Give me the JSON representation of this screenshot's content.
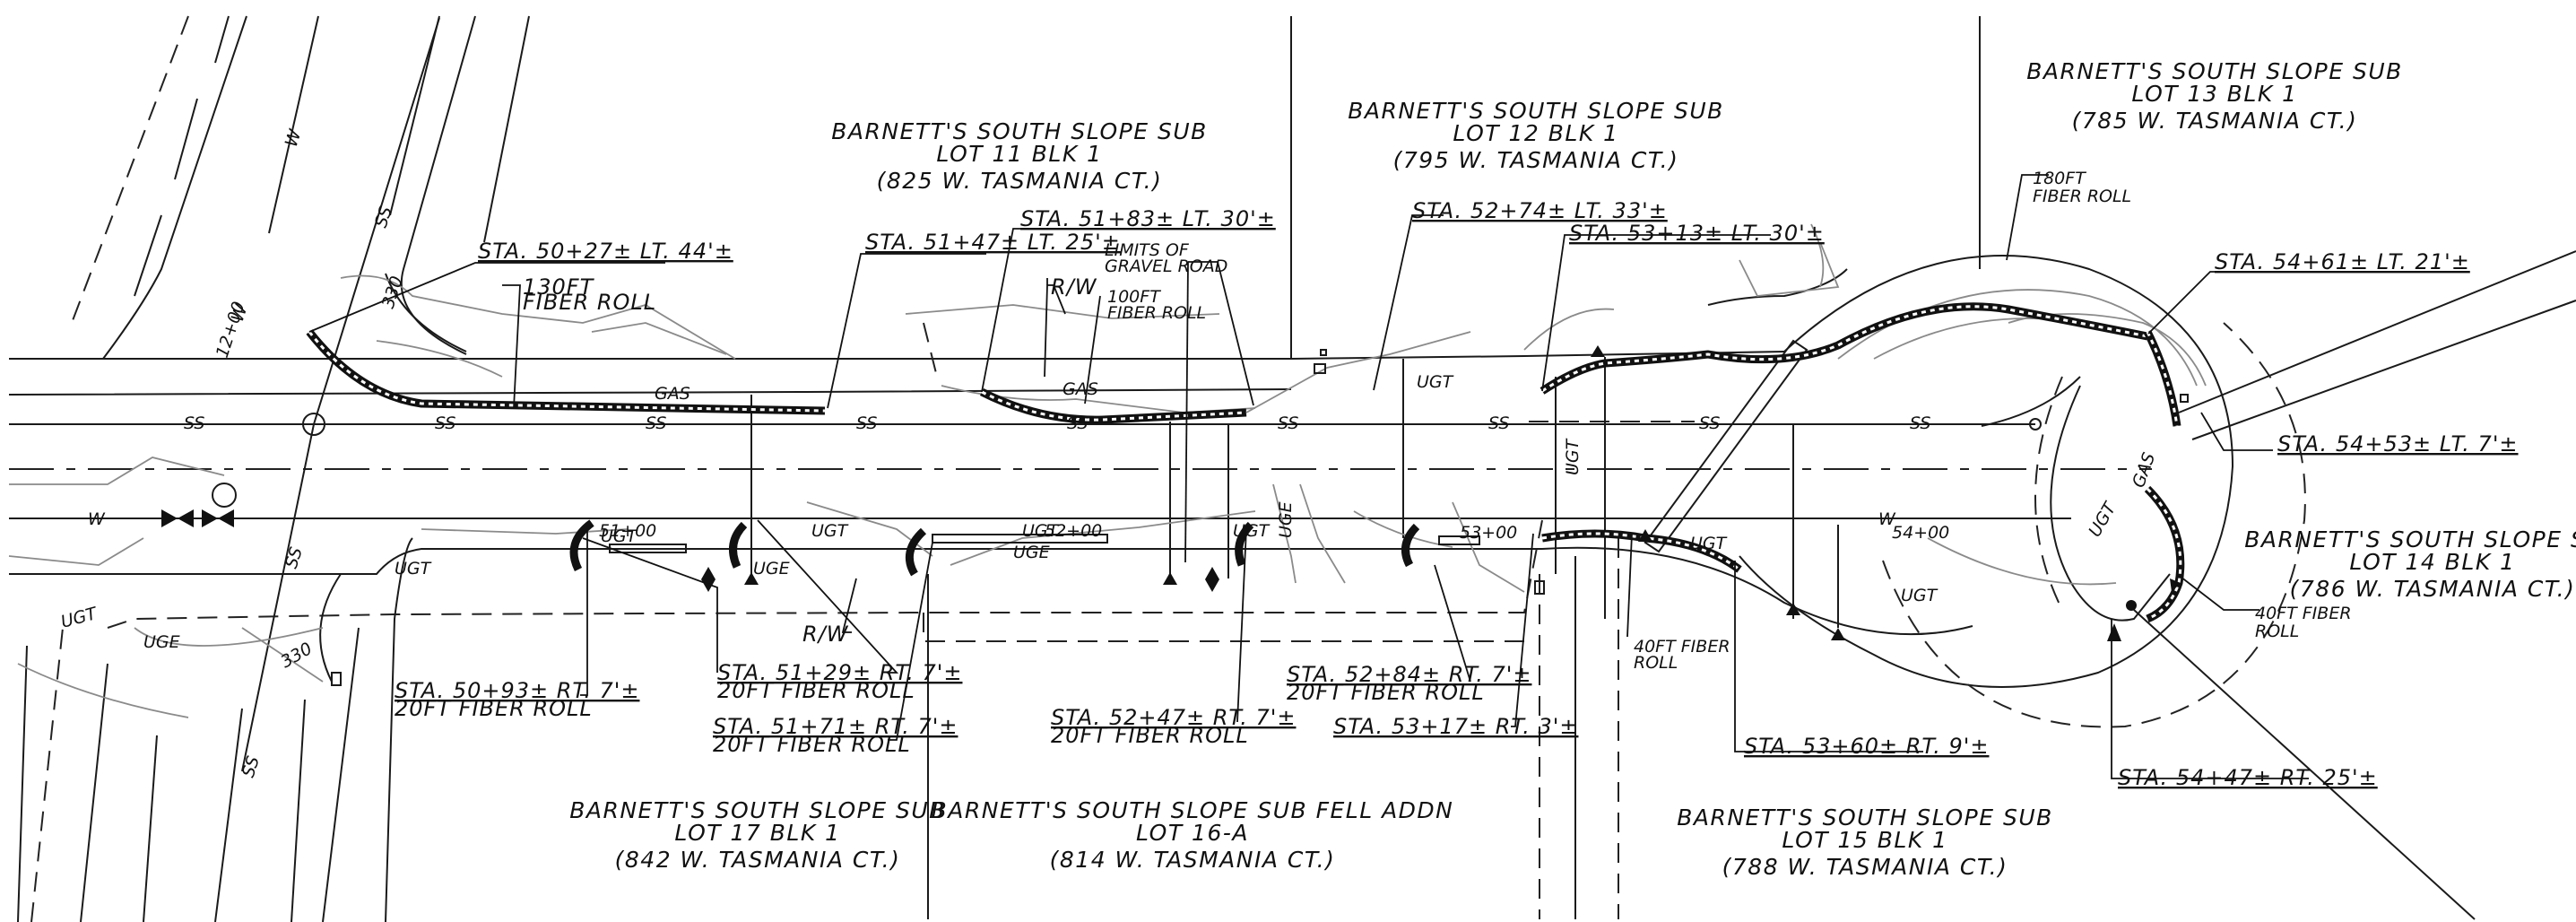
{
  "lots": [
    {
      "id": "lot11",
      "line1": "BARNETT'S SOUTH SLOPE SUB",
      "line2": "LOT 11 BLK 1",
      "line3": "(825 W. TASMANIA CT.)"
    },
    {
      "id": "lot12",
      "line1": "BARNETT'S SOUTH SLOPE SUB",
      "line2": "LOT 12 BLK 1",
      "line3": "(795 W. TASMANIA CT.)"
    },
    {
      "id": "lot13",
      "line1": "BARNETT'S SOUTH SLOPE SUB",
      "line2": "LOT 13 BLK 1",
      "line3": "(785 W. TASMANIA CT.)"
    },
    {
      "id": "lot14",
      "line1": "BARNETT'S SOUTH SLOPE SUB",
      "line2": "LOT 14 BLK 1",
      "line3": "(786 W. TASMANIA CT.)"
    },
    {
      "id": "lot15",
      "line1": "BARNETT'S SOUTH SLOPE SUB",
      "line2": "LOT 15 BLK 1",
      "line3": "(788 W. TASMANIA CT.)"
    },
    {
      "id": "lot16a",
      "line1": "BARNETT'S SOUTH SLOPE SUB FELL ADDN",
      "line2": "LOT 16-A",
      "line3": "(814 W. TASMANIA CT.)"
    },
    {
      "id": "lot17",
      "line1": "BARNETT'S SOUTH SLOPE SUB",
      "line2": "LOT 17 BLK 1",
      "line3": "(842 W. TASMANIA CT.)"
    }
  ],
  "callouts": {
    "sta_50_27": "STA. 50+27± LT. 44'±",
    "fiber_130": [
      "130FT",
      "FIBER ROLL"
    ],
    "sta_51_47": "STA. 51+47± LT. 25'±",
    "sta_51_83": "STA. 51+83± LT. 30'±",
    "limits": [
      "LIMITS OF",
      "GRAVEL ROAD"
    ],
    "rw_top": "R/W",
    "fiber_100": [
      "100FT",
      "FIBER ROLL"
    ],
    "sta_52_74": "STA. 52+74± LT. 33'±",
    "sta_53_13": "STA. 53+13± LT. 30'±",
    "fiber_180": [
      "180FT",
      "FIBER ROLL"
    ],
    "sta_54_61": "STA. 54+61± LT. 21'±",
    "sta_54_53": "STA. 54+53± LT. 7'±",
    "fiber_40_right": [
      "40FT FIBER",
      "ROLL"
    ],
    "sta_54_47": "STA. 54+47± RT. 25'±",
    "sta_53_60": "STA. 53+60± RT. 9'±",
    "fiber_40_mid": [
      "40FT FIBER",
      "ROLL"
    ],
    "sta_53_17": "STA. 53+17± RT. 3'±",
    "sta_52_84": [
      "STA. 52+84± RT. 7'±",
      "20FT FIBER ROLL"
    ],
    "sta_52_47": [
      "STA. 52+47± RT. 7'±",
      "20FT FIBER ROLL"
    ],
    "sta_51_71": [
      "STA. 51+71± RT. 7'±",
      "20FT FIBER ROLL"
    ],
    "sta_51_29": [
      "STA. 51+29± RT. 7'±",
      "20FT FIBER ROLL"
    ],
    "rw_bottom": "R/W",
    "sta_50_93": [
      "STA. 50+93± RT. 7'±",
      "20FT FIBER ROLL"
    ]
  },
  "stations": {
    "s51": "51+00",
    "s52": "52+00",
    "s53": "53+00",
    "s54": "54+00",
    "s12": "12+00"
  },
  "utilities": {
    "ss": "SS",
    "ugt": "UGT",
    "uge": "UGE",
    "gas": "GAS",
    "w": "W",
    "wm": "W",
    "contour": "330"
  }
}
